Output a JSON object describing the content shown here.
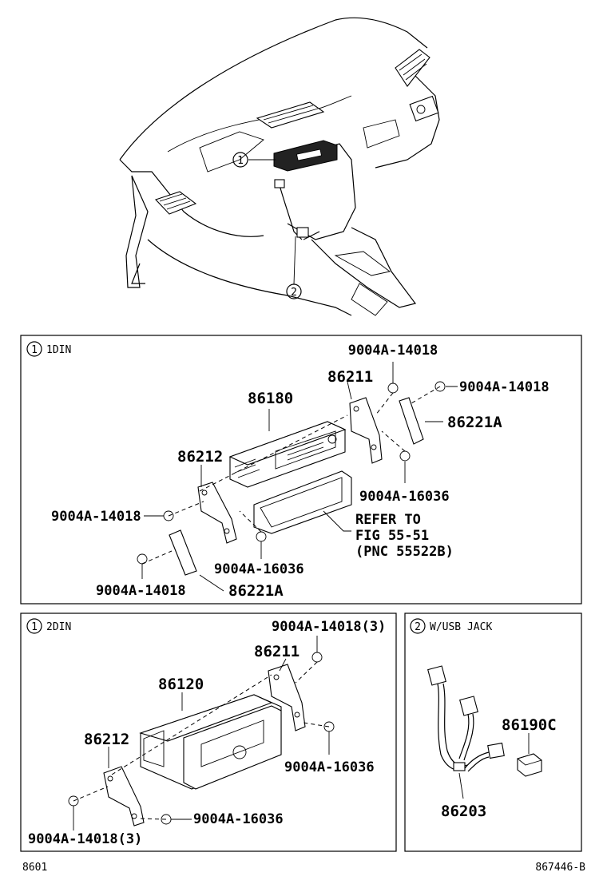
{
  "overview": {
    "callout_1": "1",
    "callout_2": "2"
  },
  "panel_1din": {
    "circle_num": "1",
    "title": "1DIN",
    "labels": {
      "p90004_top": "9004A-14018",
      "p86211": "86211",
      "p90004_right": "9004A-14018",
      "p86180": "86180",
      "p86221a_right": "86221A",
      "p86212": "86212",
      "p90004_16036_right": "9004A-16036",
      "p90004_left": "9004A-14018",
      "refer_line1": "REFER TO",
      "refer_line2": "FIG 55-51",
      "refer_line3": "(PNC 55522B)",
      "p90004_16036_bottom": "9004A-16036",
      "p90004_bottom": "9004A-14018",
      "p86221a_bottom": "86221A"
    }
  },
  "panel_2din": {
    "circle_num": "1",
    "title": "2DIN",
    "labels": {
      "p90004_top": "9004A-14018(3)",
      "p86211": "86211",
      "p86120": "86120",
      "p86212": "86212",
      "p90004_16036_right": "9004A-16036",
      "p90004_16036_bottom": "9004A-16036",
      "p90004_bottom": "9004A-14018(3)"
    }
  },
  "panel_usb": {
    "circle_num": "2",
    "title": "W/USB JACK",
    "labels": {
      "p86190c": "86190C",
      "p86203": "86203"
    }
  },
  "footer": {
    "left_code": "8601",
    "right_code": "867446-B"
  }
}
